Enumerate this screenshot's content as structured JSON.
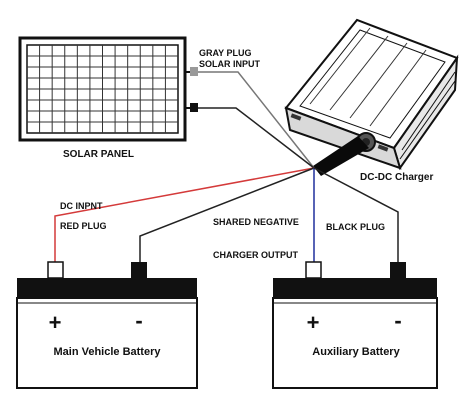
{
  "labels": {
    "gray_plug": "GRAY PLUG",
    "solar_input": "SOLAR INPUT",
    "solar_panel": "SOLAR PANEL",
    "charger": "DC-DC Charger",
    "dc_input": "DC INPNT",
    "red_plug": "RED PLUG",
    "shared_negative": "SHARED NEGATIVE",
    "black_plug": "BLACK PLUG",
    "charger_output": "CHARGER OUTPUT"
  },
  "batteries": [
    {
      "name": "Main Vehicle Battery",
      "plus": "+",
      "minus": "-"
    },
    {
      "name": "Auxiliary Battery",
      "plus": "+",
      "minus": "-"
    }
  ],
  "colors": {
    "wire_red": "#d43a3a",
    "wire_blue": "#1f2f9c",
    "wire_gray": "#777777",
    "wire_black": "#222222",
    "outline": "#111111",
    "charger_cable": "#0a0a0a"
  }
}
